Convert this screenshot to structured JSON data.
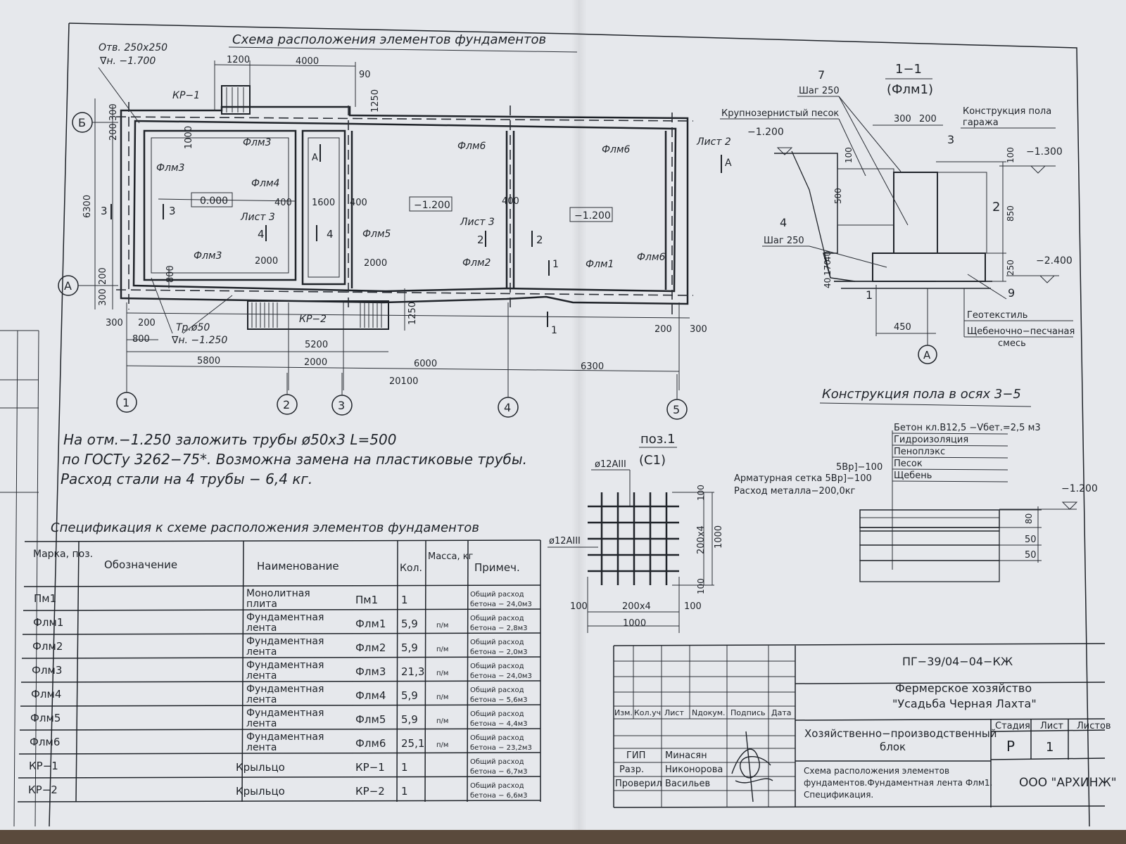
{
  "plan": {
    "title": "Схема расположения элементов фундаментов",
    "hole_note": "Отв. 250х250",
    "hole_level": "∇н. −1.700",
    "kr1": "КР−1",
    "kr2": "КР−2",
    "pipe_note": "Тр.ø50",
    "pipe_level": "∇н. −1.250",
    "sheet2": "Лист 2",
    "sheet3a": "Лист 3",
    "sheet3b": "Лист 3",
    "elements": {
      "flm3a": "Флм3",
      "flm3b": "Флм3",
      "flm3c": "Флм3",
      "flm4": "Флм4",
      "flm5": "Флм5",
      "flm6a": "Флм6",
      "flm6b": "Флм6",
      "flm6c": "Флм6",
      "flm2": "Флм2",
      "flm1": "Флм1"
    },
    "levels": {
      "l0": "0.000",
      "l1": "−1.200",
      "l2": "−1.200"
    },
    "axes_num": [
      "1",
      "2",
      "3",
      "4",
      "5"
    ],
    "axes_let": [
      "Б",
      "А"
    ],
    "section_marks": {
      "s3a": "3",
      "s3b": "3",
      "s4a": "4",
      "s4b": "4",
      "s2a": "2",
      "s2b": "2",
      "s1a": "1",
      "s1b": "1",
      "sA": "А",
      "sA2": "А"
    },
    "dims": {
      "d1200": "1200",
      "d4000": "4000",
      "d90": "90",
      "d1250a": "1250",
      "d300a": "300",
      "d200a": "200",
      "d1000": "1000",
      "d6300v": "6300",
      "d400a": "400",
      "d1600": "1600",
      "d400b": "400",
      "d400c": "400",
      "d2000a": "2000",
      "d2000b": "2000",
      "d800v": "800",
      "d200b": "200",
      "d300b": "300",
      "d300c": "300",
      "d200c": "200",
      "d800": "800",
      "d5200": "5200",
      "d1250b": "1250",
      "d200d": "200",
      "d300d": "300",
      "d5800": "5800",
      "d2000c": "2000",
      "d6000": "6000",
      "d6300": "6300",
      "d20100": "20100"
    }
  },
  "note": {
    "line1": "На отм.−1.250 заложить трубы ø50х3 L=500",
    "line2": "по ГОСТу 3262−75*. Возможна замена на пластиковые трубы.",
    "line3": "Расход стали на 4 трубы − 6,4 кг."
  },
  "section11": {
    "title": "1−1",
    "subtitle": "(Флм1)",
    "p7": "7",
    "p7step": "Шаг 250",
    "sand": "Крупнозернистый песок",
    "lev1": "−1.200",
    "floor1": "Конструкция пола",
    "floor2": "гаража",
    "lev2": "−1.300",
    "d300": "300",
    "d200": "200",
    "p3": "3",
    "d100a": "100",
    "d100b": "100",
    "d500": "500",
    "p2": "2",
    "d850": "850",
    "p4": "4",
    "p4step": "Шаг 250",
    "d40a": "40",
    "d170": "170",
    "d40b": "40",
    "d250": "250",
    "lev3": "−2.400",
    "p1": "1",
    "p9": "9",
    "geo": "Геотекстиль",
    "gravel1": "Щебеночно−песчаная",
    "gravel2": "смесь",
    "d450": "450",
    "axis": "А"
  },
  "floor_section": {
    "title": "Конструкция пола в осях 3−5",
    "layers": [
      "Бетон кл.В12,5  −Vбет.=2,5 м3",
      "Гидроизоляция",
      "Пеноплэкс",
      "Песок",
      "Щебень"
    ],
    "mesh1": "5Вр]−100",
    "mesh2": "Арматурная сетка 5Вр]−100",
    "metal": "Расход металла−200,0кг",
    "lev": "−1.200",
    "d80": "80",
    "d50a": "50",
    "d50b": "50"
  },
  "c1": {
    "pos": "поз.1",
    "name": "(С1)",
    "bar1": "ø12AIII",
    "bar2": "ø12AIII",
    "d100a": "100",
    "d200x4v": "200х4",
    "d1000v": "1000",
    "d100b": "100",
    "d100c": "100",
    "d200x4h": "200х4",
    "d100d": "100",
    "d1000h": "1000"
  },
  "spec": {
    "title": "Спецификация к схеме расположения элементов фундаментов",
    "headers": {
      "mark": "Марка, поз.",
      "designation": "Обозначение",
      "name": "Наименование",
      "qty": "Кол.",
      "mass": "Масса, кг",
      "note": "Примеч."
    },
    "rows": [
      {
        "mark": "Пм1",
        "name1": "Монолитная",
        "name2": "плита",
        "code": "Пм1",
        "qty": "1",
        "mass": "",
        "note1": "Общий расход",
        "note2": "бетона − 24,0м3"
      },
      {
        "mark": "Флм1",
        "name1": "Фундаментная",
        "name2": "лента",
        "code": "Флм1",
        "qty": "5,9",
        "mass": "п/м",
        "note1": "Общий расход",
        "note2": "бетона − 2,8м3"
      },
      {
        "mark": "Флм2",
        "name1": "Фундаментная",
        "name2": "лента",
        "code": "Флм2",
        "qty": "5,9",
        "mass": "п/м",
        "note1": "Общий расход",
        "note2": "бетона − 2,0м3"
      },
      {
        "mark": "Флм3",
        "name1": "Фундаментная",
        "name2": "лента",
        "code": "Флм3",
        "qty": "21,3",
        "mass": "п/м",
        "note1": "Общий расход",
        "note2": "бетона − 24,0м3"
      },
      {
        "mark": "Флм4",
        "name1": "Фундаментная",
        "name2": "лента",
        "code": "Флм4",
        "qty": "5,9",
        "mass": "п/м",
        "note1": "Общий расход",
        "note2": "бетона − 5,6м3"
      },
      {
        "mark": "Флм5",
        "name1": "Фундаментная",
        "name2": "лента",
        "code": "Флм5",
        "qty": "5,9",
        "mass": "п/м",
        "note1": "Общий расход",
        "note2": "бетона − 4,4м3"
      },
      {
        "mark": "Флм6",
        "name1": "Фундаментная",
        "name2": "лента",
        "code": "Флм6",
        "qty": "25,1",
        "mass": "п/м",
        "note1": "Общий расход",
        "note2": "бетона − 23,2м3"
      },
      {
        "mark": "КР−1",
        "name1": "Крыльцо",
        "name2": "",
        "code": "КР−1",
        "qty": "1",
        "mass": "",
        "note1": "Общий расход",
        "note2": "бетона − 6,7м3"
      },
      {
        "mark": "КР−2",
        "name1": "Крыльцо",
        "name2": "",
        "code": "КР−2",
        "qty": "1",
        "mass": "",
        "note1": "Общий расход",
        "note2": "бетона − 6,6м3"
      }
    ]
  },
  "stamp": {
    "code": "ПГ−39/04−04−КЖ",
    "project1": "Фермерское хозяйство",
    "project2": "\"Усадьба Черная Лахта\"",
    "cols": [
      "Изм.",
      "Кол.уч",
      "Лист",
      "Nдокум.",
      "Подпись",
      "Дата"
    ],
    "building1": "Хозяйственно−производственный",
    "building2": "блок",
    "stage_h": "Стадия",
    "sheet_h": "Лист",
    "sheets_h": "Листов",
    "stage": "Р",
    "sheet": "1",
    "gip_role": "ГИП",
    "gip": "Минасян",
    "dev_role": "Разр.",
    "dev": "Никонорова",
    "chk_role": "Проверил",
    "chk": "Васильев",
    "desc1": "Схема расположения элементов",
    "desc2": "фундаментов.Фундаментная лента Флм1.",
    "desc3": "Спецификация.",
    "org": "ООО \"АРХИНЖ\""
  }
}
